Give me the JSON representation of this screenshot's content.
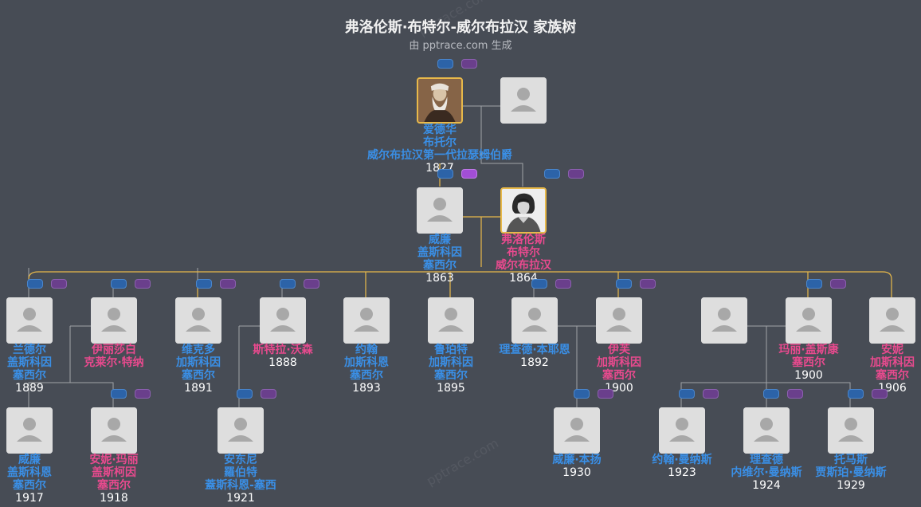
{
  "title": "弗洛伦斯·布特尔-威尔布拉汉 家族树",
  "subtitle": "由 pptrace.com 生成",
  "watermarks": [
    "pptrace.com",
    "pptrace.com"
  ],
  "colors": {
    "male": "#3a8fe6",
    "female": "#e84a8e",
    "line_gold": "#e8b94a",
    "line_gray": "#a0a3a8",
    "bg": "#474c55"
  },
  "people": [
    {
      "id": "edward",
      "lines": [
        "爱德华",
        "布托尔",
        "威尔布拉汉第一代拉瑟姆伯爵"
      ],
      "year": "1827",
      "gender": "m",
      "photo": "portrait-beard"
    },
    {
      "id": "edward_sp",
      "lines": [],
      "year": "",
      "gender": "",
      "photo": "placeholder"
    },
    {
      "id": "william_h",
      "lines": [
        "威廉",
        "盖斯科因",
        "塞西尔"
      ],
      "year": "1863",
      "gender": "m",
      "photo": "placeholder"
    },
    {
      "id": "florence",
      "lines": [
        "弗洛伦斯",
        "布特尔",
        "威尔布拉汉"
      ],
      "year": "1864",
      "gender": "f",
      "photo": "portrait-lady"
    },
    {
      "id": "randle",
      "lines": [
        "兰德尔",
        "盖斯科因",
        "塞西尔"
      ],
      "year": "1889",
      "gender": "m",
      "photo": "placeholder"
    },
    {
      "id": "elizabeth",
      "lines": [
        "伊丽莎白",
        "克莱尔·特纳"
      ],
      "year": "",
      "gender": "f",
      "photo": "placeholder"
    },
    {
      "id": "victor",
      "lines": [
        "维克多",
        "加斯科因",
        "塞西尔"
      ],
      "year": "1891",
      "gender": "m",
      "photo": "placeholder"
    },
    {
      "id": "stella",
      "lines": [
        "斯特拉·沃森"
      ],
      "year": "1888",
      "gender": "f",
      "photo": "placeholder"
    },
    {
      "id": "john",
      "lines": [
        "约翰",
        "加斯科恩",
        "塞西尔"
      ],
      "year": "1893",
      "gender": "m",
      "photo": "placeholder"
    },
    {
      "id": "rupert",
      "lines": [
        "鲁珀特",
        "加斯科因",
        "塞西尔"
      ],
      "year": "1895",
      "gender": "m",
      "photo": "placeholder"
    },
    {
      "id": "richard_b",
      "lines": [
        "理查德·本耶恩"
      ],
      "year": "1892",
      "gender": "m",
      "photo": "placeholder"
    },
    {
      "id": "ivy",
      "lines": [
        "伊芙",
        "加斯科因",
        "塞西尔"
      ],
      "year": "1900",
      "gender": "f",
      "photo": "placeholder"
    },
    {
      "id": "mary_sp",
      "lines": [],
      "year": "",
      "gender": "",
      "photo": "placeholder"
    },
    {
      "id": "mary",
      "lines": [
        "玛丽·盖斯康",
        "塞西尔"
      ],
      "year": "1900",
      "gender": "f",
      "photo": "placeholder"
    },
    {
      "id": "anne",
      "lines": [
        "安妮",
        "加斯科因",
        "塞西尔"
      ],
      "year": "1906",
      "gender": "f",
      "photo": "placeholder"
    },
    {
      "id": "william_r",
      "lines": [
        "威廉",
        "盖斯科恩",
        "塞西尔"
      ],
      "year": "1917",
      "gender": "m",
      "photo": "placeholder"
    },
    {
      "id": "anne_mary",
      "lines": [
        "安妮·玛丽",
        "盖斯柯因",
        "塞西尔"
      ],
      "year": "1918",
      "gender": "f",
      "photo": "placeholder"
    },
    {
      "id": "anthony",
      "lines": [
        "安东尼",
        "羅伯特",
        "蓋斯科恩-塞西"
      ],
      "year": "1921",
      "gender": "m",
      "photo": "placeholder"
    },
    {
      "id": "william_b",
      "lines": [
        "威廉·本扬"
      ],
      "year": "1930",
      "gender": "m",
      "photo": "placeholder"
    },
    {
      "id": "john_m",
      "lines": [
        "约翰·曼纳斯"
      ],
      "year": "1923",
      "gender": "m",
      "photo": "placeholder"
    },
    {
      "id": "richard_m",
      "lines": [
        "理查德",
        "内维尔·曼纳斯"
      ],
      "year": "1924",
      "gender": "m",
      "photo": "placeholder"
    },
    {
      "id": "thomas_m",
      "lines": [
        "托马斯",
        "贾斯珀·曼纳斯"
      ],
      "year": "1929",
      "gender": "m",
      "photo": "placeholder"
    }
  ]
}
